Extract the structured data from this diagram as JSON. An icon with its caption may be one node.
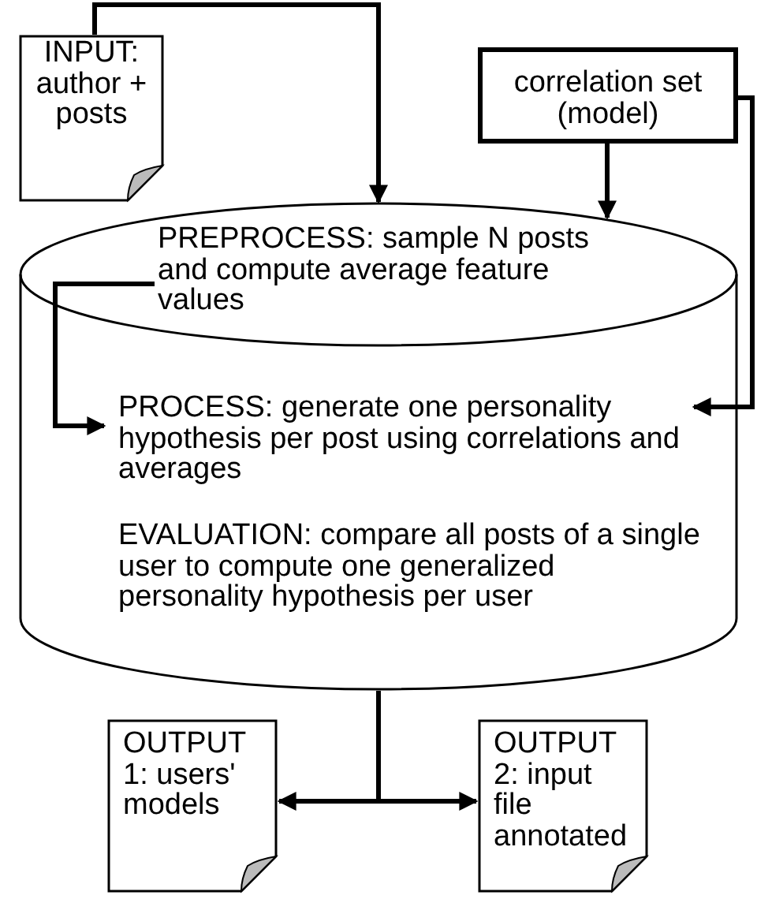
{
  "diagram": {
    "nodes": [
      {
        "text": [
          "INPUT: author + posts"
        ]
      },
      {
        "text": [
          "correlation set (model)"
        ]
      },
      {
        "text": [],
        "shape": "cylinder"
      },
      {
        "text": [
          "PREPROCESS: sample N posts and compute average feature values"
        ],
        "in": 2
      },
      {
        "text": [
          "PROCESS: generate one personality hypothesis per post using correlations and averages"
        ],
        "in": 2
      },
      {
        "text": [
          "EVALUATION: compare all posts of a single user to compute one generalized personality hypothesis per user"
        ],
        "in": 2
      },
      {
        "text": [
          "OUTPUT 1: users' models"
        ]
      },
      {
        "text": [
          "OUTPUT 2: input file annotated"
        ]
      }
    ],
    "edges": [
      {
        "from": 0,
        "to": 2,
        "arrow": "to"
      },
      {
        "from": 1,
        "to": 2,
        "arrow": "to"
      },
      {
        "from": 1,
        "to": 4,
        "arrow": "to"
      },
      {
        "from": 3,
        "to": 4,
        "arrow": "to"
      },
      {
        "from": 2,
        "to": 6,
        "arrow": "to"
      },
      {
        "from": 2,
        "to": 7,
        "arrow": "to"
      }
    ]
  }
}
